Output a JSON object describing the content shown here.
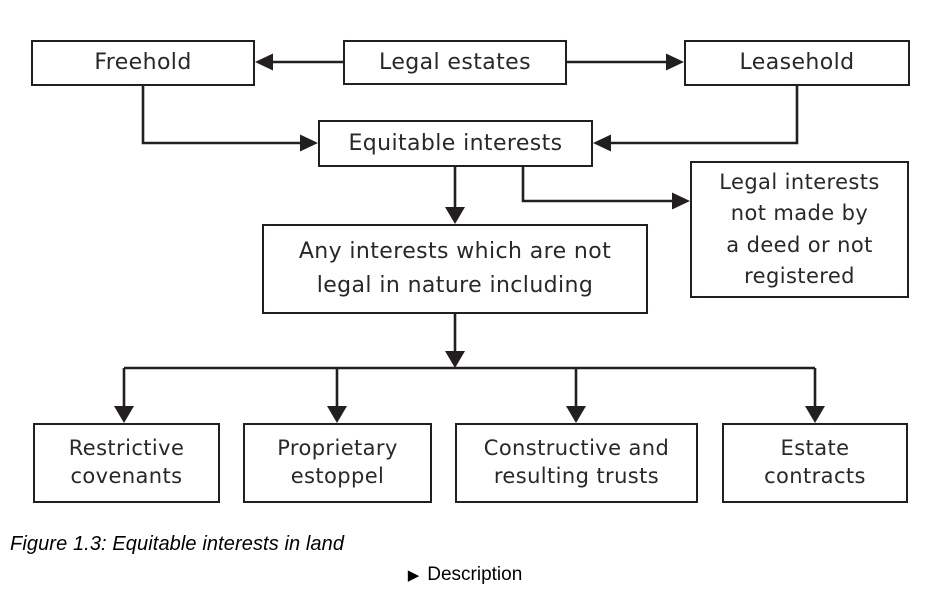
{
  "figure": {
    "nodes": {
      "legal_estates": {
        "label": "Legal estates"
      },
      "freehold": {
        "label": "Freehold"
      },
      "leasehold": {
        "label": "Leasehold"
      },
      "equitable_interests": {
        "label": "Equitable interests"
      },
      "legal_interests_note": {
        "label": "Legal interests\nnot made by\na deed or not\nregistered"
      },
      "any_interests": {
        "label": "Any interests which are not\nlegal in nature including"
      },
      "restrictive_covenants": {
        "label": "Restrictive\ncovenants"
      },
      "proprietary_estoppel": {
        "label": "Proprietary\nestoppel"
      },
      "constructive_resulting_trusts": {
        "label": "Constructive and\nresulting trusts"
      },
      "estate_contracts": {
        "label": "Estate\ncontracts"
      }
    },
    "caption": "Figure 1.3: Equitable interests in land",
    "description_toggle": {
      "marker": "▶",
      "label": "Description"
    },
    "colors": {
      "line": "#231f20",
      "text": "#2b2728",
      "background": "#ffffff"
    }
  }
}
